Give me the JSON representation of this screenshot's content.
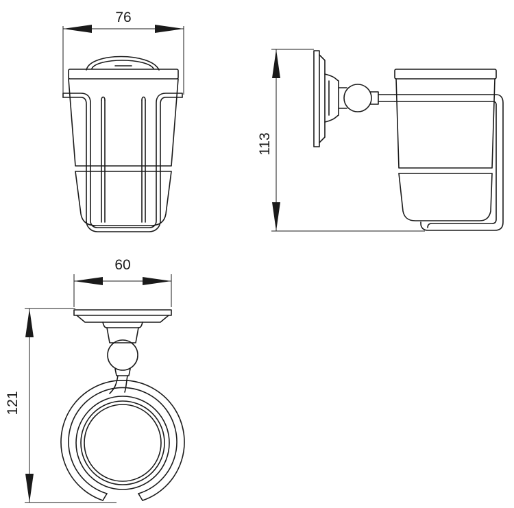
{
  "dimensions": {
    "front_width": "76",
    "side_height": "113",
    "top_width": "60",
    "top_depth": "121"
  },
  "colors": {
    "line": "#1a1a1a",
    "background": "#ffffff"
  }
}
